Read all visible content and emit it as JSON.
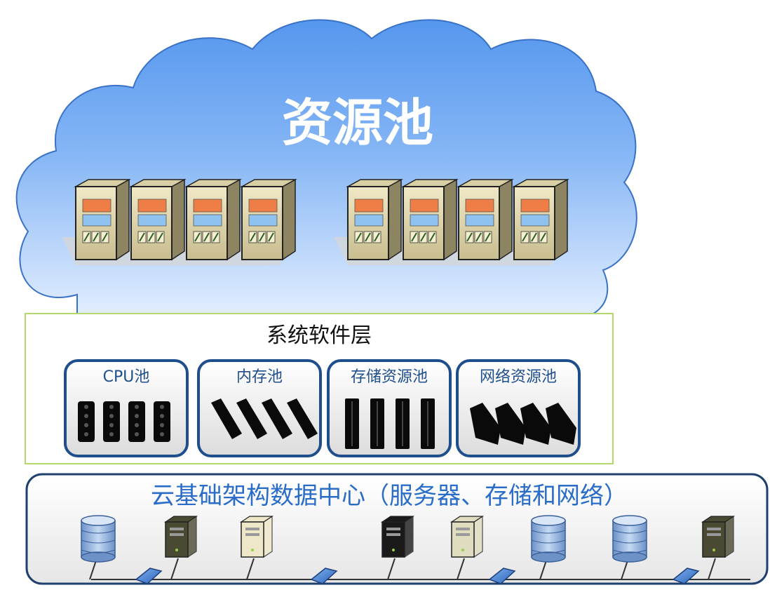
{
  "cloud": {
    "title": "资源池",
    "server_groups": [
      {
        "name": "left-group",
        "count": 4
      },
      {
        "name": "right-group",
        "count": 4
      }
    ]
  },
  "system_layer": {
    "title": "系统软件层",
    "pools": [
      {
        "label": "CPU池",
        "icon": "cpu-chip-icon"
      },
      {
        "label": "内存池",
        "icon": "memory-module-icon"
      },
      {
        "label": "存储资源池",
        "icon": "storage-drive-icon"
      },
      {
        "label": "网络资源池",
        "icon": "network-device-icon"
      }
    ]
  },
  "datacenter": {
    "title": "云基础架构数据中心（服务器、存储和网络）",
    "devices": [
      {
        "type": "database",
        "icon": "database-icon"
      },
      {
        "type": "server-dark-olive",
        "icon": "server-tower-icon",
        "color": "#4a4a32"
      },
      {
        "type": "server-beige",
        "icon": "server-tower-icon",
        "color": "#efe8c8"
      },
      {
        "type": "server-black",
        "icon": "server-tower-icon",
        "color": "#1a1a1a"
      },
      {
        "type": "server-beige",
        "icon": "server-tower-icon",
        "color": "#e0dcc0"
      },
      {
        "type": "database",
        "icon": "database-icon"
      },
      {
        "type": "database",
        "icon": "database-icon"
      },
      {
        "type": "server-dark-olive",
        "icon": "server-tower-icon",
        "color": "#4a4a32"
      }
    ],
    "switch_count": 4
  },
  "colors": {
    "cloud_top": "#5b9bf0",
    "cloud_bottom": "#d8e9ff",
    "cloud_stroke": "#3a6fc8",
    "layer_border": "#b5d86c",
    "pool_border": "#1f4e8c",
    "datacenter_title": "#2a6dc8",
    "datacenter_border": "#1f3f6e"
  }
}
